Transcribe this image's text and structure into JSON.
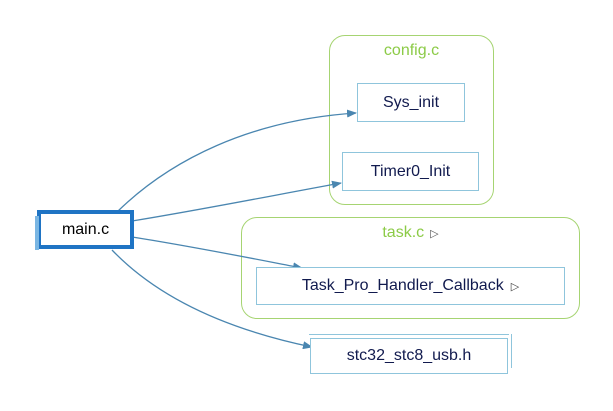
{
  "clusters": {
    "config": {
      "title": "config.c"
    },
    "task": {
      "title": "task.c",
      "expand_icon": "triangle-right-icon"
    }
  },
  "nodes": {
    "main": "main.c",
    "sys_init": "Sys_init",
    "timer0_init": "Timer0_Init",
    "task_pro": "Task_Pro_Handler_Callback",
    "task_pro_icon": "triangle-right-icon",
    "stc_header": "stc32_stc8_usb.h"
  },
  "colors": {
    "cluster_border": "#a6d472",
    "cluster_title": "#8ccb47",
    "node_border": "#8fc5dc",
    "main_border": "#1f74c4",
    "edge": "#4a86b0"
  }
}
